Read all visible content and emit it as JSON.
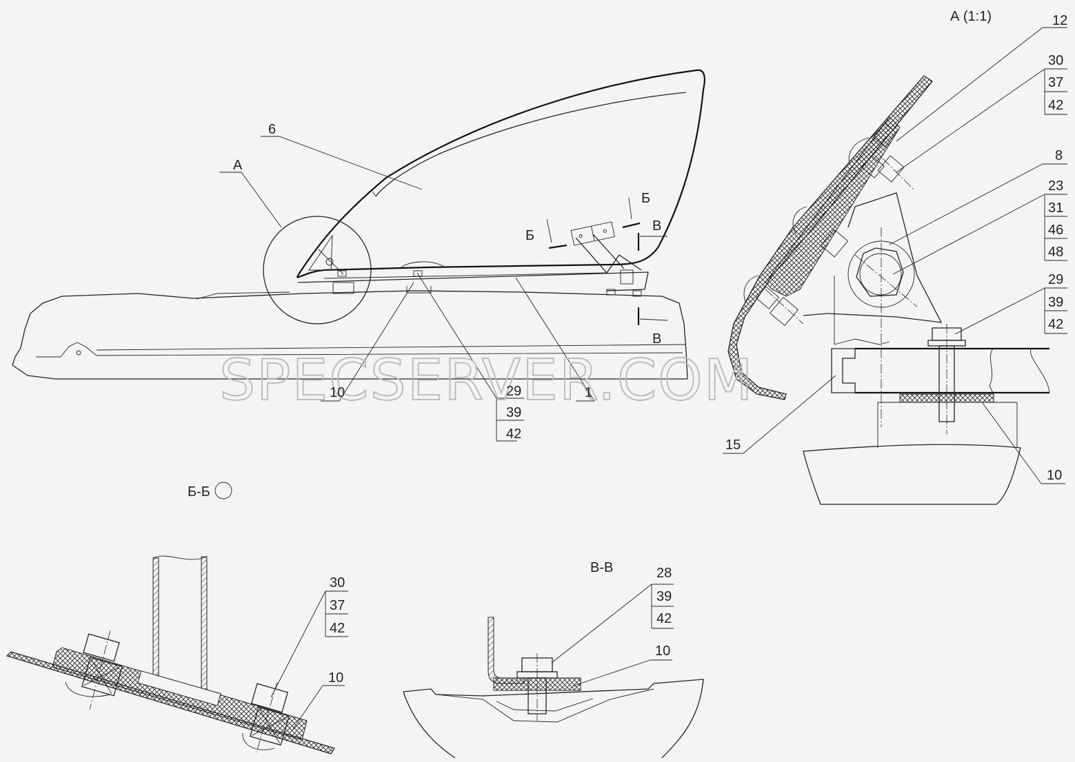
{
  "watermark": "SPECSERVER.COM",
  "views": {
    "detail_a_title": "А (1:1)",
    "section_bb_title": "Б-Б",
    "section_vv_title": "В-В",
    "marker_a": "А",
    "marker_b": "Б",
    "marker_v": "В"
  },
  "callouts": {
    "main": {
      "c6": "6",
      "c10": "10",
      "c1": "1",
      "c29": "29",
      "c39": "39",
      "c42": "42"
    },
    "detail_a": {
      "c12": "12",
      "c30": "30",
      "c37": "37",
      "c42a": "42",
      "c8": "8",
      "c23": "23",
      "c31": "31",
      "c46": "46",
      "c48": "48",
      "c29": "29",
      "c39": "39",
      "c42b": "42",
      "c15": "15",
      "c10": "10"
    },
    "section_bb": {
      "c30": "30",
      "c37": "37",
      "c42": "42",
      "c10": "10"
    },
    "section_vv": {
      "c28": "28",
      "c39": "39",
      "c42": "42",
      "c10": "10"
    }
  }
}
